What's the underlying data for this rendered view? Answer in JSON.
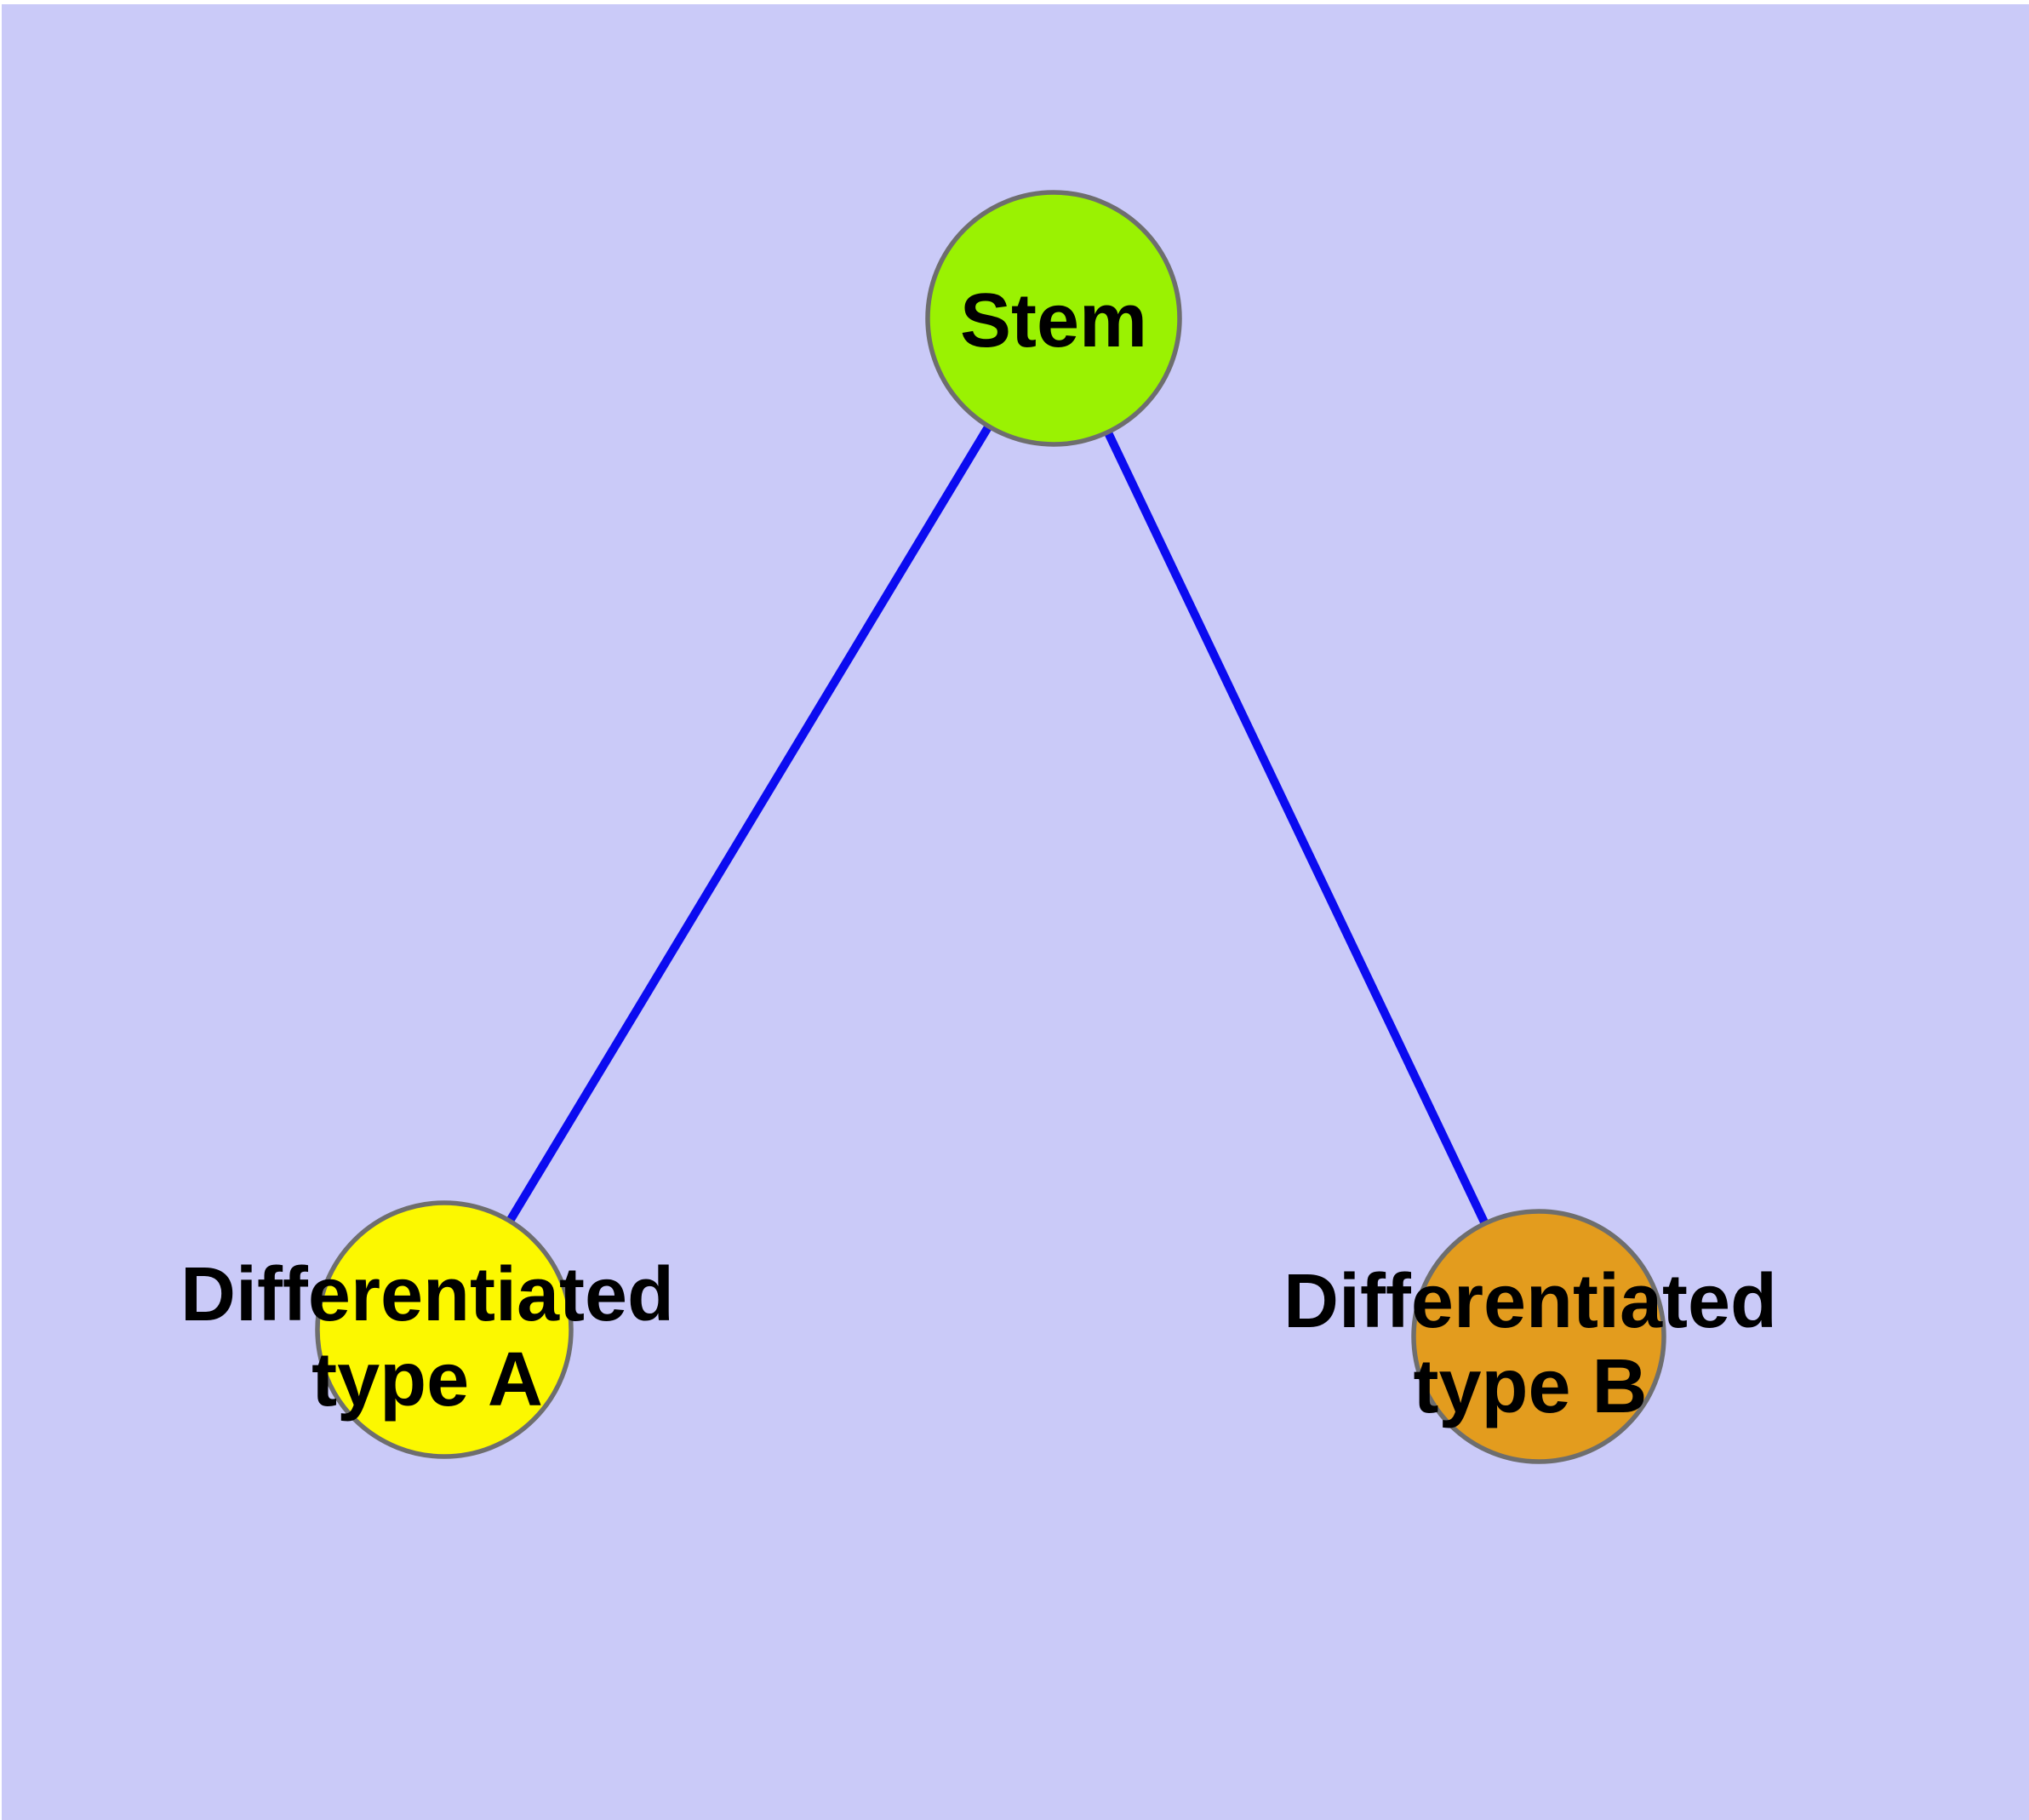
{
  "figure": {
    "type": "node-link-diagram",
    "background_color": "#CACAF8",
    "frame_color": "#FFFFFF",
    "text_color": "#000000"
  },
  "nodes": {
    "stem": {
      "label": "Stem",
      "fill_color": "#9AF202",
      "border_color": "#6E6E6E"
    },
    "type_a": {
      "label_line1": "Differentiated",
      "label_line2": "type A",
      "fill_color": "#FCF800",
      "border_color": "#6E6E6E"
    },
    "type_b": {
      "label_line1": "Differentiated",
      "label_line2": "type B",
      "fill_color": "#E39C1E",
      "border_color": "#6E6E6E"
    }
  },
  "edges": {
    "color": "#0B0BF0",
    "list": [
      {
        "from": "Stem",
        "to": "Differentiated type A"
      },
      {
        "from": "Stem",
        "to": "Differentiated type B"
      }
    ]
  }
}
